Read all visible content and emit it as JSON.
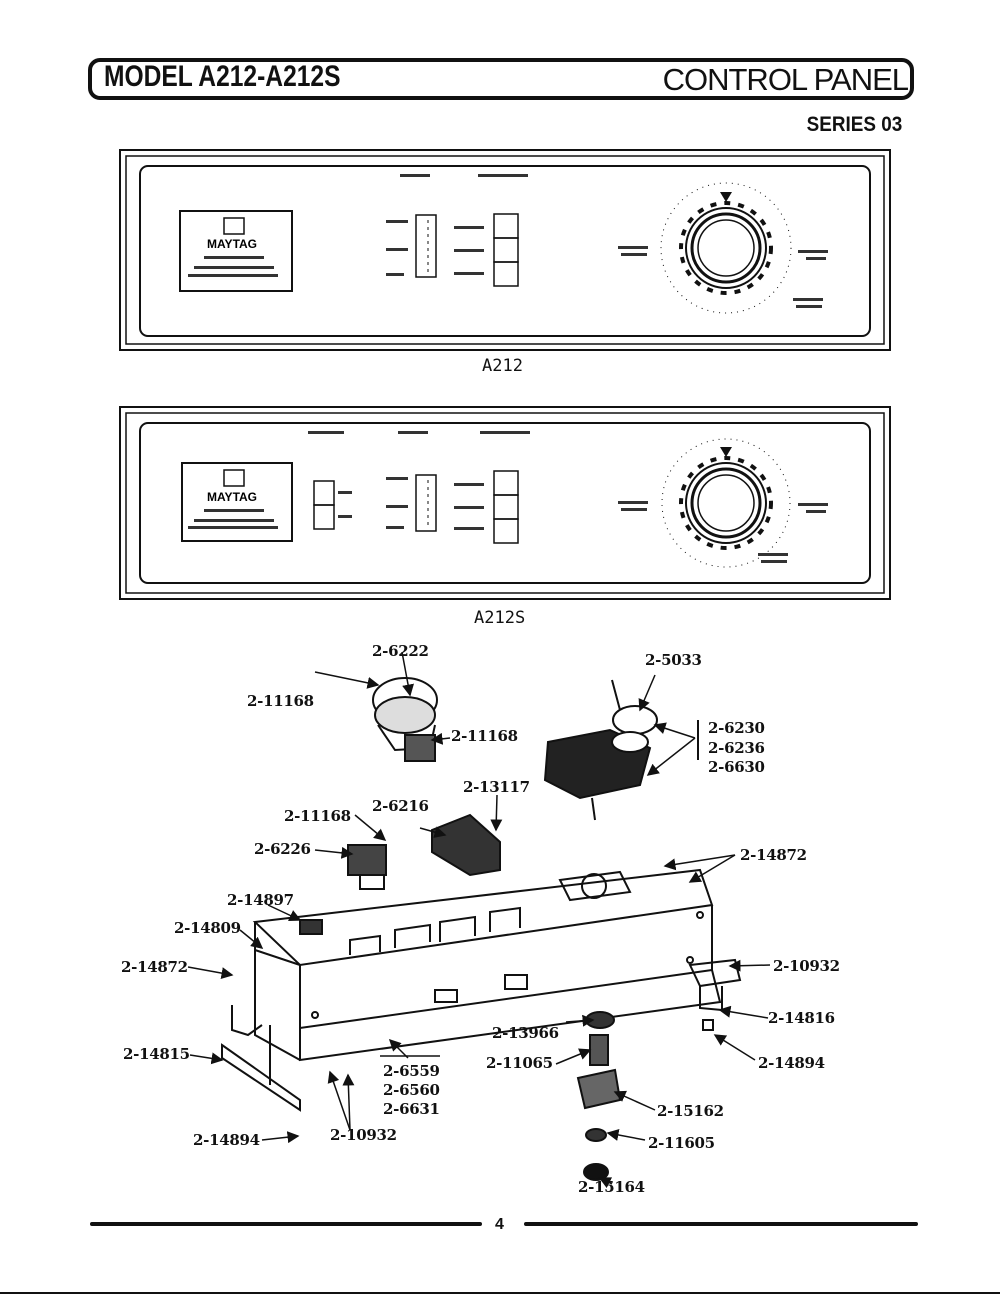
{
  "header": {
    "model_title": "MODEL A212-A212S",
    "section_title": "CONTROL PANEL",
    "series": "SERIES 03"
  },
  "panels": [
    {
      "caption": "A212",
      "brand": "MAYTAG"
    },
    {
      "caption": "A212S",
      "brand": "MAYTAG"
    }
  ],
  "callouts": {
    "p6222": "2-6222",
    "p5033": "2-5033",
    "p11168a": "2-11168",
    "p11168b": "2-11168",
    "p6230": "2-6230",
    "p6236": "2-6236",
    "p6630": "2-6630",
    "p13117": "2-13117",
    "p6216": "2-6216",
    "p11168c": "2-11168",
    "p6226": "2-6226",
    "p14872a": "2-14872",
    "p14897": "2-14897",
    "p14809": "2-14809",
    "p14872b": "2-14872",
    "p10932a": "2-10932",
    "p14816": "2-14816",
    "p13966": "2-13966",
    "p6559": "2-6559",
    "p6560": "2-6560",
    "p6631": "2-6631",
    "p11065": "2-11065",
    "p14894a": "2-14894",
    "p14815": "2-14815",
    "p15162": "2-15162",
    "p11605": "2-11605",
    "p14894b": "2-14894",
    "p10932b": "2-10932",
    "p15164": "2-15164"
  },
  "footer": {
    "page_number": "4"
  }
}
